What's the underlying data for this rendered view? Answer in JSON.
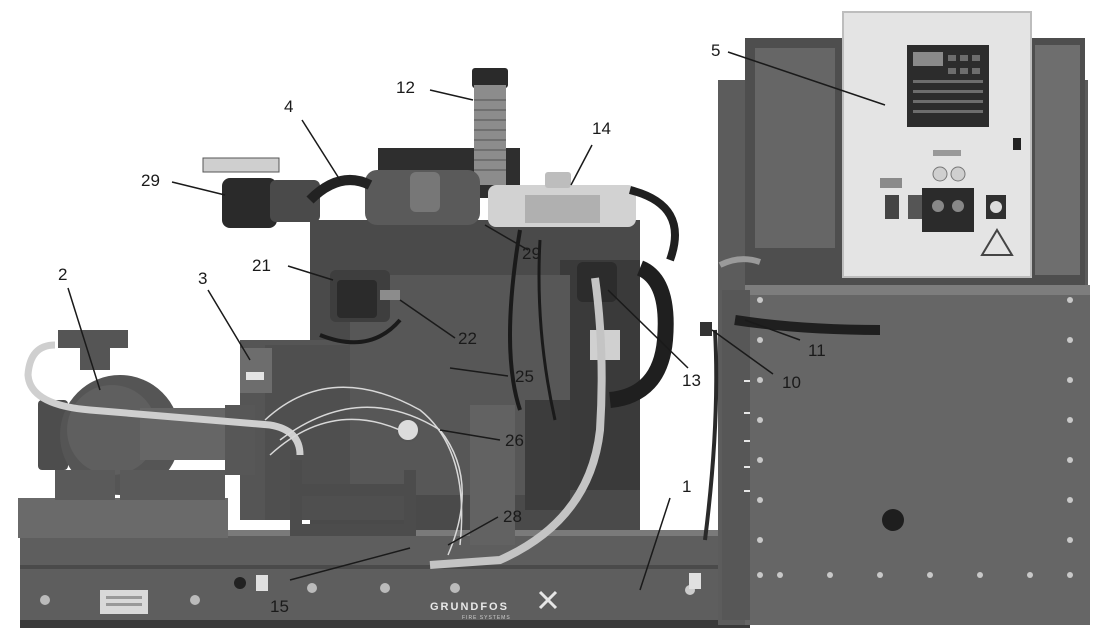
{
  "photo": {
    "brand_name": "GRUNDFOS",
    "brand_sub": "FIRE SYSTEMS"
  },
  "callouts": [
    {
      "id": "c1",
      "text": "1"
    },
    {
      "id": "c2",
      "text": "2"
    },
    {
      "id": "c3",
      "text": "3"
    },
    {
      "id": "c4",
      "text": "4"
    },
    {
      "id": "c5",
      "text": "5"
    },
    {
      "id": "c10",
      "text": "10"
    },
    {
      "id": "c11",
      "text": "11"
    },
    {
      "id": "c12",
      "text": "12"
    },
    {
      "id": "c13",
      "text": "13"
    },
    {
      "id": "c14",
      "text": "14"
    },
    {
      "id": "c15",
      "text": "15"
    },
    {
      "id": "c21",
      "text": "21"
    },
    {
      "id": "c22",
      "text": "22"
    },
    {
      "id": "c25",
      "text": "25"
    },
    {
      "id": "c26",
      "text": "26"
    },
    {
      "id": "c28",
      "text": "28"
    },
    {
      "id": "c29a",
      "text": "29"
    },
    {
      "id": "c29b",
      "text": "29"
    }
  ]
}
